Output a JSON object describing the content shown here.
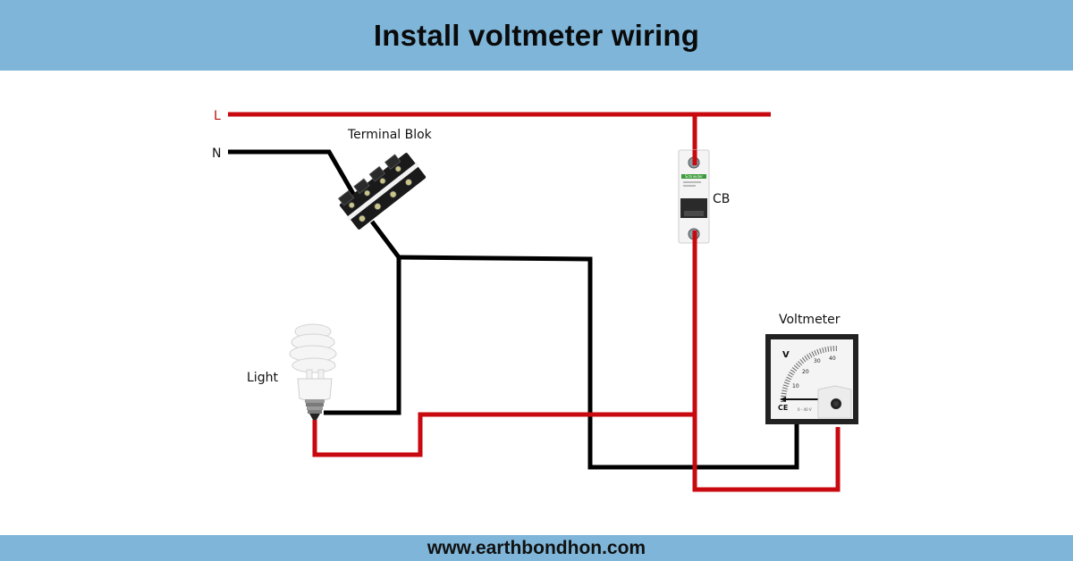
{
  "header": {
    "title": "Install voltmeter wiring"
  },
  "footer": {
    "url": "www.earthbondhon.com"
  },
  "colors": {
    "banner": "#7eb5d8",
    "live_wire": "#c8090f",
    "neutral_wire": "#000000",
    "background": "#ffffff"
  },
  "diagram": {
    "labels": {
      "line": "L",
      "neutral": "N",
      "terminal_block": "Terminal Blok",
      "breaker": "CB",
      "light": "Light",
      "voltmeter": "Voltmeter"
    },
    "voltmeter_face": {
      "unit": "V",
      "scale_ticks": [
        "10",
        "20",
        "30",
        "40"
      ],
      "mark": "CE",
      "fine_print": "0 - 40 V"
    },
    "breaker_brand": "Schneider"
  }
}
